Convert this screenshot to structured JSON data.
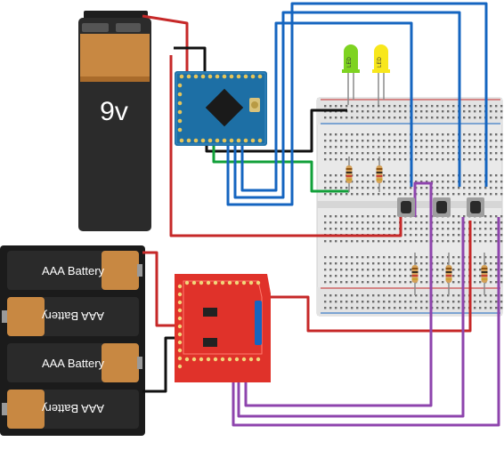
{
  "battery_9v": {
    "label": "9v"
  },
  "aaa_pack": {
    "cells": [
      {
        "label": "AAA Battery",
        "flipped": false
      },
      {
        "label": "AAA Battery",
        "flipped": true
      },
      {
        "label": "AAA Battery",
        "flipped": false
      },
      {
        "label": "AAA Battery",
        "flipped": true
      }
    ]
  },
  "leds": [
    {
      "label": "LED",
      "color": "#7ed321"
    },
    {
      "label": "LED",
      "color": "#f8e71c"
    }
  ],
  "colors": {
    "wire_red": "#c62828",
    "wire_blue": "#1565c0",
    "wire_purple": "#8e44ad",
    "wire_green": "#12a03a",
    "wire_black": "#111111",
    "arduino_board": "#1d6fa5",
    "xbee_board": "#e0322a",
    "breadboard": "#e9e9e9"
  }
}
